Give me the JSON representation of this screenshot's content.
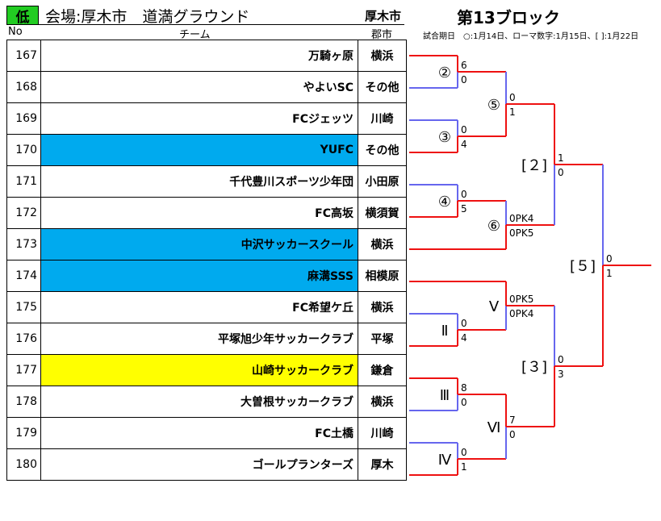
{
  "header": {
    "badge": "低",
    "venue": "会場:厚木市　道満グラウンド",
    "city": "厚木市",
    "block_title": "第13ブロック",
    "note": "試合期日　○:1月14日、ローマ数字:1月15日、[ ]:1月22日",
    "col_no": "No",
    "col_team": "チーム",
    "col_pref": "郡市"
  },
  "teams": [
    {
      "no": "167",
      "name": "万騎ヶ原",
      "pref": "横浜",
      "highlight": ""
    },
    {
      "no": "168",
      "name": "やよいSC",
      "pref": "その他",
      "highlight": ""
    },
    {
      "no": "169",
      "name": "FCジェッツ",
      "pref": "川崎",
      "highlight": ""
    },
    {
      "no": "170",
      "name": "YUFC",
      "pref": "その他",
      "highlight": "blue"
    },
    {
      "no": "171",
      "name": "千代豊川スポーツ少年団",
      "pref": "小田原",
      "highlight": ""
    },
    {
      "no": "172",
      "name": "FC高坂",
      "pref": "横須賀",
      "highlight": ""
    },
    {
      "no": "173",
      "name": "中沢サッカースクール",
      "pref": "横浜",
      "highlight": "blue"
    },
    {
      "no": "174",
      "name": "麻溝SSS",
      "pref": "相模原",
      "highlight": "blue"
    },
    {
      "no": "175",
      "name": "FC希望ケ丘",
      "pref": "横浜",
      "highlight": ""
    },
    {
      "no": "176",
      "name": "平塚旭少年サッカークラブ",
      "pref": "平塚",
      "highlight": ""
    },
    {
      "no": "177",
      "name": "山崎サッカークラブ",
      "pref": "鎌倉",
      "highlight": "yellow"
    },
    {
      "no": "178",
      "name": "大曽根サッカークラブ",
      "pref": "横浜",
      "highlight": ""
    },
    {
      "no": "179",
      "name": "FC土橋",
      "pref": "川崎",
      "highlight": ""
    },
    {
      "no": "180",
      "name": "ゴールプランターズ",
      "pref": "厚木",
      "highlight": ""
    }
  ],
  "bracket": {
    "matches": [
      {
        "label": "②",
        "top_score": "6",
        "bottom_score": "0"
      },
      {
        "label": "③",
        "top_score": "0",
        "bottom_score": "4"
      },
      {
        "label": "④",
        "top_score": "0",
        "bottom_score": "5"
      },
      {
        "label": "Ⅱ",
        "top_score": "0",
        "bottom_score": "4"
      },
      {
        "label": "Ⅲ",
        "top_score": "8",
        "bottom_score": "0"
      },
      {
        "label": "Ⅳ",
        "top_score": "0",
        "bottom_score": "1"
      },
      {
        "label": "⑤",
        "top_score": "0",
        "bottom_score": "1"
      },
      {
        "label": "⑥",
        "top_score": "0PK4",
        "bottom_score": "0PK5"
      },
      {
        "label": "Ⅴ",
        "top_score": "0PK5",
        "bottom_score": "0PK4"
      },
      {
        "label": "Ⅵ",
        "top_score": "7",
        "bottom_score": "0"
      },
      {
        "label": "[２]",
        "top_score": "1",
        "bottom_score": "0"
      },
      {
        "label": "[３]",
        "top_score": "0",
        "bottom_score": "3"
      },
      {
        "label": "[５]",
        "top_score": "0",
        "bottom_score": "1"
      }
    ],
    "colors": {
      "win": "#ee1111",
      "lose": "#6666ee"
    }
  }
}
